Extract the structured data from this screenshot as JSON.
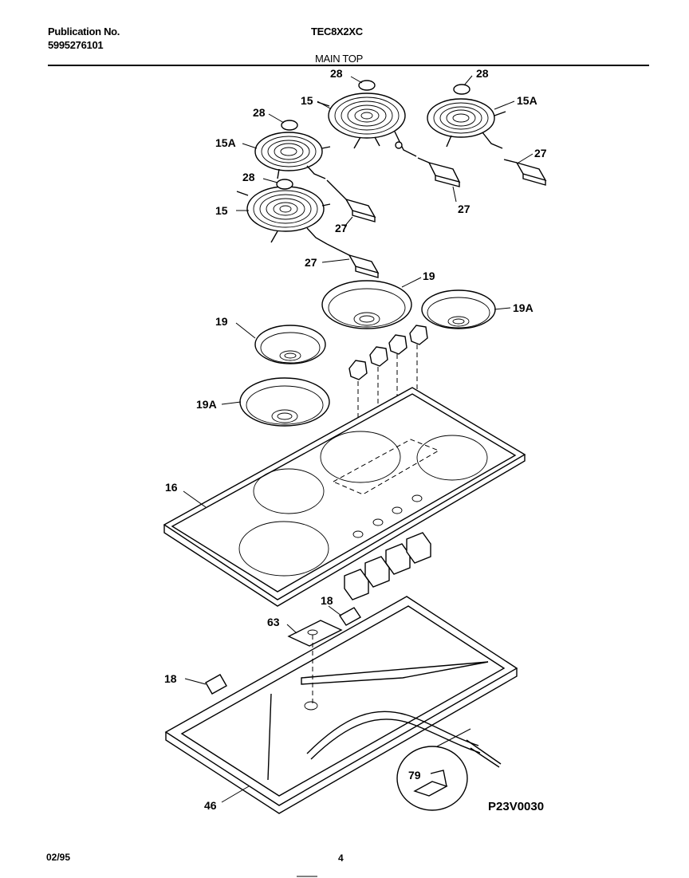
{
  "header": {
    "publication_label": "Publication No.",
    "publication_number": "5995276101",
    "model": "TEC8X2XC",
    "section_title": "MAIN TOP"
  },
  "callouts": {
    "c28a": "28",
    "c28b": "28",
    "c28c": "28",
    "c28d": "28",
    "c15a": "15",
    "c15b": "15",
    "c15Aa": "15A",
    "c15Ab": "15A",
    "c27a": "27",
    "c27b": "27",
    "c27c": "27",
    "c27d": "27",
    "c19a": "19",
    "c19b": "19",
    "c19Aa": "19A",
    "c19Ab": "19A",
    "c16": "16",
    "c18a": "18",
    "c18b": "18",
    "c63": "63",
    "c46": "46",
    "c79": "79"
  },
  "drawing_number": "P23V0030",
  "footer": {
    "date": "02/95",
    "page": "4"
  }
}
